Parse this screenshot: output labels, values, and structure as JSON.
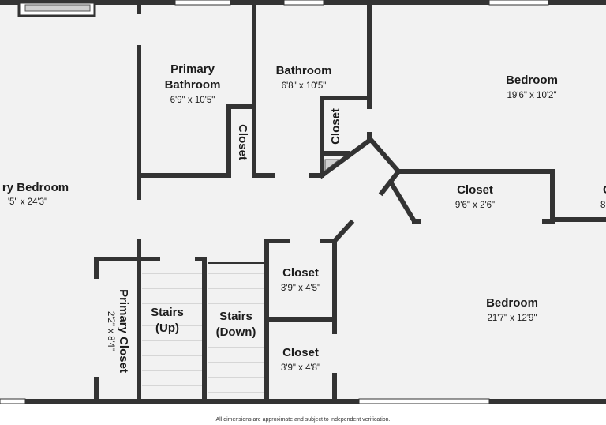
{
  "colors": {
    "wall": "#333333",
    "floor": "#f2f2f2",
    "window": "#ffffff",
    "stair_line": "#b9b9b9",
    "background": "#ffffff"
  },
  "rooms": {
    "primary_bedroom": {
      "name": "ry Bedroom",
      "dim": "'5\" x 24'3\""
    },
    "primary_bathroom": {
      "name_line1": "Primary",
      "name_line2": "Bathroom",
      "dim": "6'9\" x 10'5\""
    },
    "bathroom": {
      "name": "Bathroom",
      "dim": "6'8\" x 10'5\""
    },
    "bedroom_top": {
      "name": "Bedroom",
      "dim": "19'6\" x 10'2\""
    },
    "closet_small_bath": {
      "name": "Closet"
    },
    "closet_small_middle": {
      "name": "Closet"
    },
    "closet_hall": {
      "name": "Closet",
      "dim": "9'6\" x 2'6\""
    },
    "closet_right_edge": {
      "name": "C",
      "dim": "8"
    },
    "closet_upper": {
      "name": "Closet",
      "dim": "3'9\" x 4'5\""
    },
    "closet_lower": {
      "name": "Closet",
      "dim": "3'9\" x 4'8\""
    },
    "bedroom_bottom": {
      "name": "Bedroom",
      "dim": "21'7\" x 12'9\""
    },
    "primary_closet": {
      "name": "Primary Closet",
      "dim": "2'2\" x 8'4\""
    },
    "stairs_up": {
      "name_line1": "Stairs",
      "name_line2": "(Up)"
    },
    "stairs_down": {
      "name_line1": "Stairs",
      "name_line2": "(Down)"
    }
  },
  "footer_note": "All dimensions are approximate and subject to independent verification."
}
